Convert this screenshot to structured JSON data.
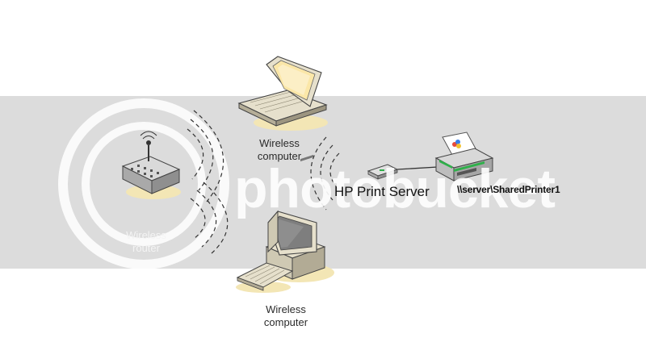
{
  "nodes": {
    "router_label": "Wireless router",
    "laptop_label": "Wireless computer",
    "desktop_label": "Wireless computer",
    "print_server_label": "HP Print Server",
    "printer_label": "\\\\server\\SharedPrinter1"
  },
  "watermark": {
    "text": "photobucket"
  },
  "colors": {
    "band": "#dcdcdc",
    "device_body": "#e6e0cc",
    "shadow": "#f3e6b5",
    "printer_body": "#cfcfcf",
    "printer_accent": "#2fb04a"
  }
}
